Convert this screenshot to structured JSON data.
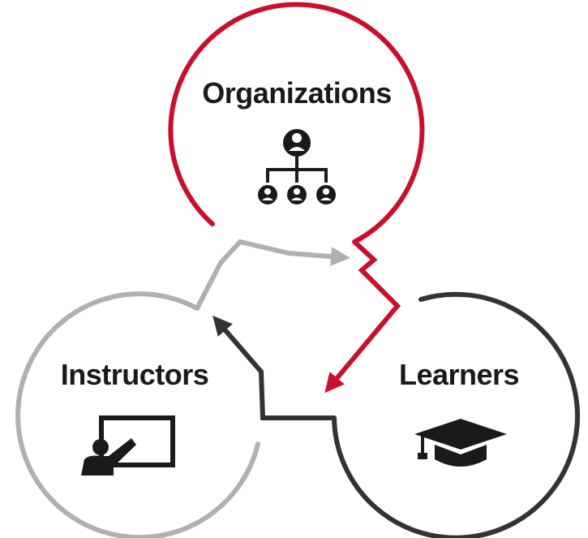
{
  "nodes": {
    "organizations": {
      "label": "Organizations",
      "icon": "org-chart-icon",
      "color": "#c8102e"
    },
    "instructors": {
      "label": "Instructors",
      "icon": "presenter-board-icon",
      "color": "#b0b0b0"
    },
    "learners": {
      "label": "Learners",
      "icon": "graduation-cap-icon",
      "color": "#333333"
    }
  },
  "flows": [
    {
      "from": "Organizations",
      "to": "Learners",
      "color": "#c8102e"
    },
    {
      "from": "Learners",
      "to": "Instructors",
      "color": "#333333"
    },
    {
      "from": "Instructors",
      "to": "Organizations",
      "color": "#b0b0b0"
    }
  ]
}
